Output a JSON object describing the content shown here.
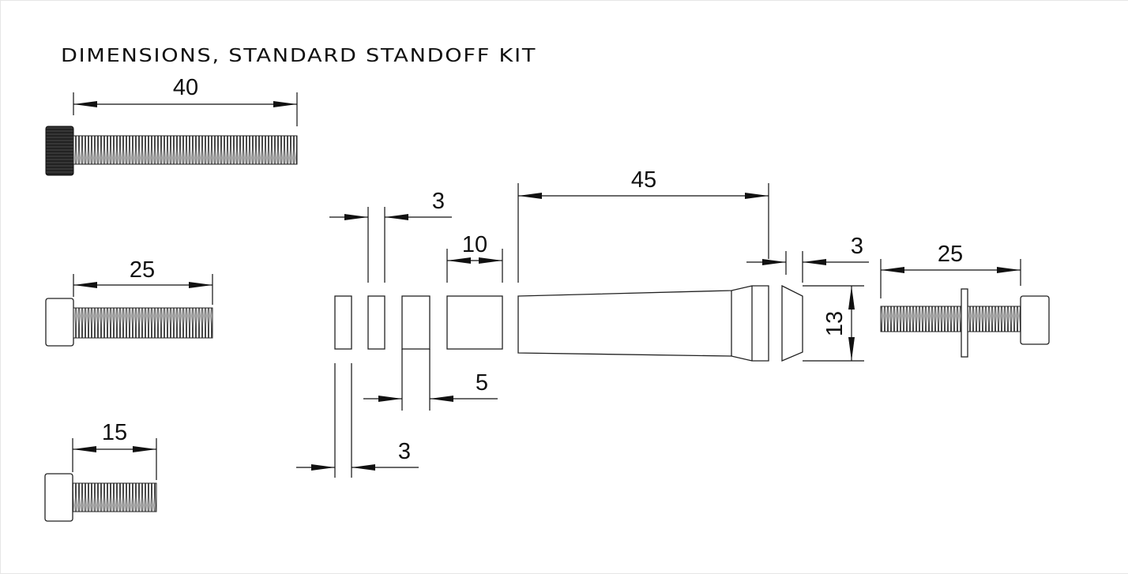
{
  "title": "DIMENSIONS, STANDARD  STANDOFF KIT",
  "dimensions": {
    "bolt_long": "40",
    "bolt_medium": "25",
    "bolt_short": "15",
    "spacer_thin_top": "3",
    "spacer_10": "10",
    "spacer_5": "5",
    "spacer_thin_bottom": "3",
    "standoff_length": "45",
    "cap_thickness": "3",
    "diameter": "13",
    "cap_bolt": "25"
  },
  "colors": {
    "line": "#111111",
    "background": "#ffffff"
  }
}
